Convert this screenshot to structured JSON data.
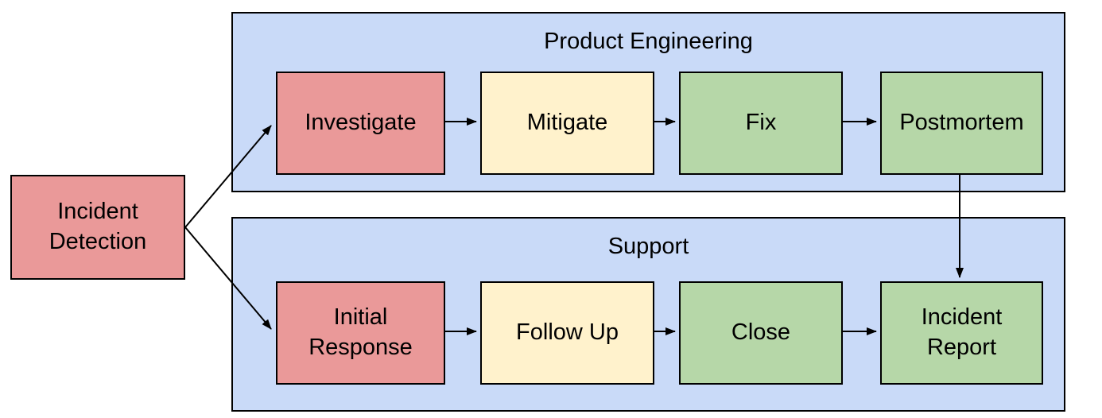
{
  "diagram": {
    "type": "flowchart",
    "palette": {
      "start": "#ea9999",
      "red": "#ea9999",
      "yellow": "#fff2cc",
      "green": "#b6d7a8",
      "lane_fill": "#c9daf8",
      "border": "#000000",
      "text": "#000000",
      "background": "#ffffff"
    },
    "start_node": {
      "label": "Incident Detection",
      "color": "red"
    },
    "lanes": [
      {
        "label": "Product Engineering",
        "nodes": [
          {
            "label": "Investigate",
            "color": "red"
          },
          {
            "label": "Mitigate",
            "color": "yellow"
          },
          {
            "label": "Fix",
            "color": "green"
          },
          {
            "label": "Postmortem",
            "color": "green"
          }
        ]
      },
      {
        "label": "Support",
        "nodes": [
          {
            "label": "Initial Response",
            "color": "red"
          },
          {
            "label": "Follow Up",
            "color": "yellow"
          },
          {
            "label": "Close",
            "color": "green"
          },
          {
            "label": "Incident Report",
            "color": "green"
          }
        ]
      }
    ],
    "edges": [
      {
        "from": "Incident Detection",
        "to": "Investigate"
      },
      {
        "from": "Incident Detection",
        "to": "Initial Response"
      },
      {
        "from": "Investigate",
        "to": "Mitigate"
      },
      {
        "from": "Mitigate",
        "to": "Fix"
      },
      {
        "from": "Fix",
        "to": "Postmortem"
      },
      {
        "from": "Postmortem",
        "to": "Incident Report"
      },
      {
        "from": "Initial Response",
        "to": "Follow Up"
      },
      {
        "from": "Follow Up",
        "to": "Close"
      },
      {
        "from": "Close",
        "to": "Incident Report"
      }
    ]
  }
}
